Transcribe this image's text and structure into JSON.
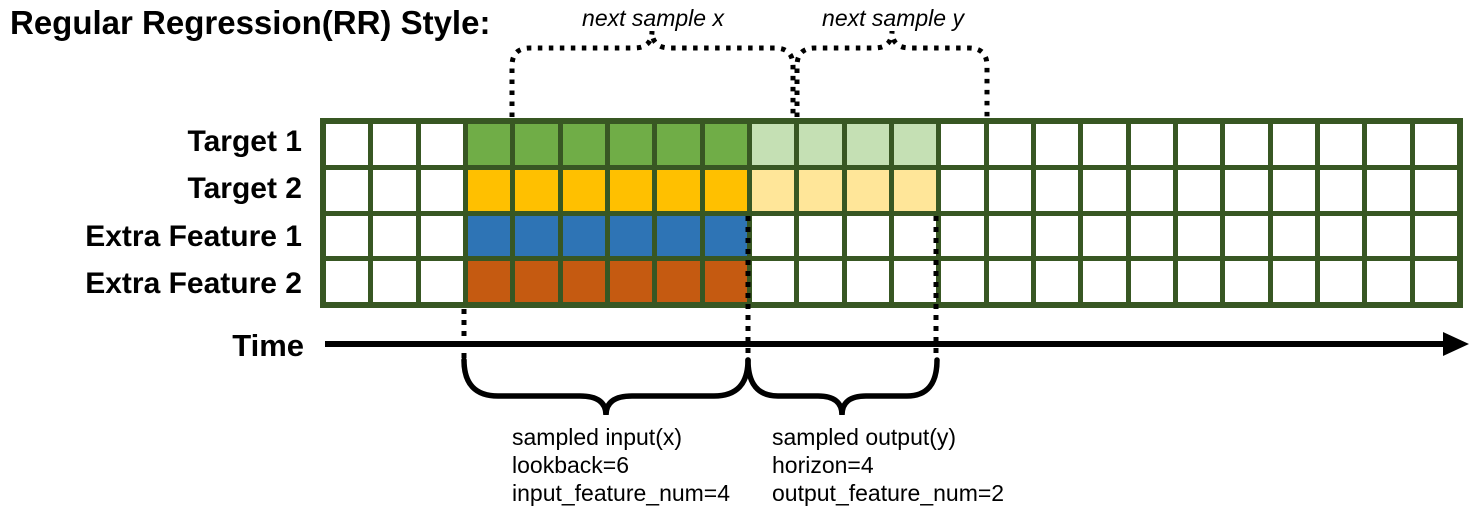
{
  "title": "Regular Regression(RR) Style:",
  "grid": {
    "total_columns": 24,
    "blank_columns_before": 3,
    "lookback": 6,
    "horizon": 4,
    "border_color": "#385723",
    "empty_cell_color": "#ffffff",
    "rows": [
      {
        "label": "Target 1",
        "input_color": "#70AD47",
        "output_color": "#C5E0B4",
        "has_output": true
      },
      {
        "label": "Target 2",
        "input_color": "#FFC000",
        "output_color": "#FFE699",
        "has_output": true
      },
      {
        "label": "Extra Feature 1",
        "input_color": "#2E74B5",
        "output_color": null,
        "has_output": false
      },
      {
        "label": "Extra Feature 2",
        "input_color": "#C55A11",
        "output_color": null,
        "has_output": false
      }
    ]
  },
  "annotations": {
    "next_sample_x_label": "next sample x",
    "next_sample_y_label": "next sample y",
    "time_label": "Time",
    "input_lines": [
      "sampled input(x)",
      "lookback=6",
      "input_feature_num=4"
    ],
    "output_lines": [
      "sampled output(y)",
      "horizon=4",
      "output_feature_num=2"
    ],
    "line_color": "#000000"
  }
}
